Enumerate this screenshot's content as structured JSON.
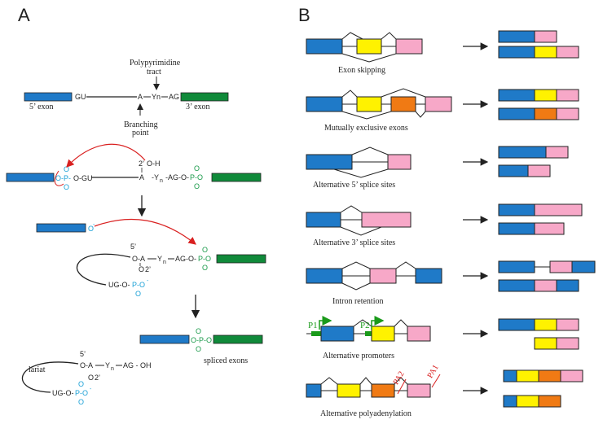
{
  "panel_a": {
    "label": "A",
    "exon5": "5’ exon",
    "exon3": "3’ exon",
    "gu": "GU",
    "a": "A",
    "yn": "Yn",
    "ag": "AG",
    "polypyrimidine_line1": "Polypyrimidine",
    "polypyrimidine_line2": "tract",
    "branching_line1": "Branching",
    "branching_line2": "point",
    "step1": {
      "oh": "2’ O-H",
      "p1": "O-P-O-GU",
      "a": "A",
      "yn": "Yn",
      "ag": "AG-O-P-O"
    },
    "step2": {
      "o_minus": "O-",
      "o5": "5’",
      "chain": "O-A",
      "yn": "Yn",
      "ag": "AG-O-P-O",
      "o2": "2’",
      "ug": "UG-O-P-O-"
    },
    "step3": {
      "lariat": "lariat",
      "o5": "5’",
      "chain": "O-A",
      "yn": "Yn",
      "ag": "AG - OH",
      "o2": "2’",
      "ug": "UG-O-P-O-",
      "spliced": "spliced exons"
    }
  },
  "panel_b": {
    "label": "B",
    "rows": [
      {
        "title": "Exon skipping"
      },
      {
        "title": "Mutually exclusive exons"
      },
      {
        "title": "Alternative 5’ splice sites"
      },
      {
        "title": "Alternative 3’ splice sites"
      },
      {
        "title": "Intron retention"
      },
      {
        "title": "Alternative promoters"
      },
      {
        "title": "Alternative polyadenylation"
      }
    ],
    "promoter_labels": [
      "P1",
      "P2"
    ],
    "polya_labels": [
      "PA2",
      "PA1"
    ]
  },
  "colors": {
    "blue": "#1f7ac8",
    "yellow": "#fff200",
    "pink": "#f7a8c8",
    "orange": "#f07a14",
    "green": "#108a3a",
    "cyan": "#1aa0d6",
    "red": "#d92020"
  }
}
